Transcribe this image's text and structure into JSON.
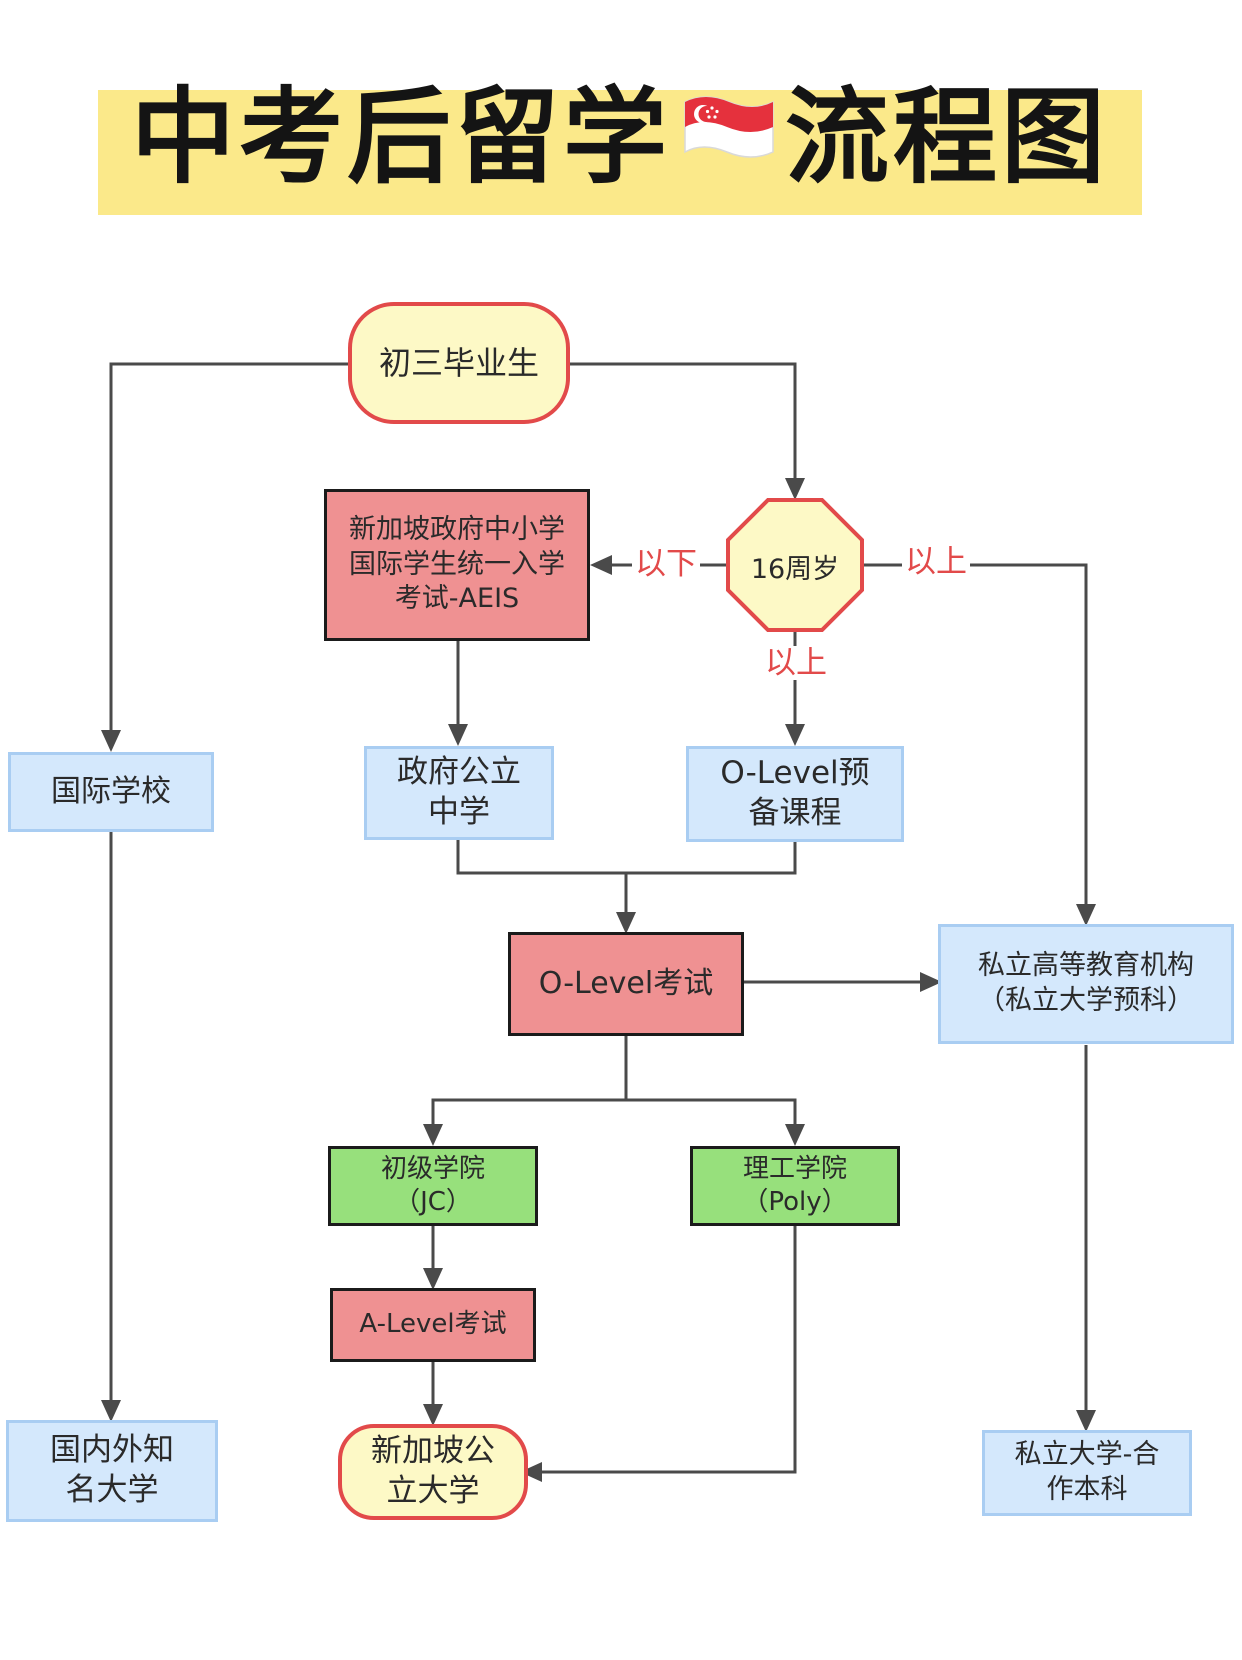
{
  "title": {
    "part1": "中考后留学",
    "part2": "流程图"
  },
  "colors": {
    "title_band": "#fbe98a",
    "blue_box": "#d4e8fc",
    "red_box": "#ef9192",
    "green_box": "#97e07c",
    "pill_fill": "#fdf9c6",
    "accent_red": "#e24a4a",
    "line": "#4a4a4a"
  },
  "icons": {
    "title_flag": "singapore-flag-emoji"
  },
  "nodes": {
    "start": "初三毕业生",
    "age_check": "16周岁",
    "aeis": "新加坡政府中小学国际学生统一入学考试-AEIS",
    "international_school": "国际学校",
    "gov_secondary": "政府公立中学",
    "olevel_prep": "O-Level预备课程",
    "olevel_exam": "O-Level考试",
    "private_institution": "私立高等教育机构（私立大学预科）",
    "jc": "初级学院（JC）",
    "poly": "理工学院（Poly）",
    "alevel_exam": "A-Level考试",
    "intl_university": "国内外知名大学",
    "public_university": "新加坡公立大学",
    "private_university": "私立大学-合作本科"
  },
  "edge_labels": {
    "below": "以下",
    "above_right": "以上",
    "above_down": "以上"
  }
}
